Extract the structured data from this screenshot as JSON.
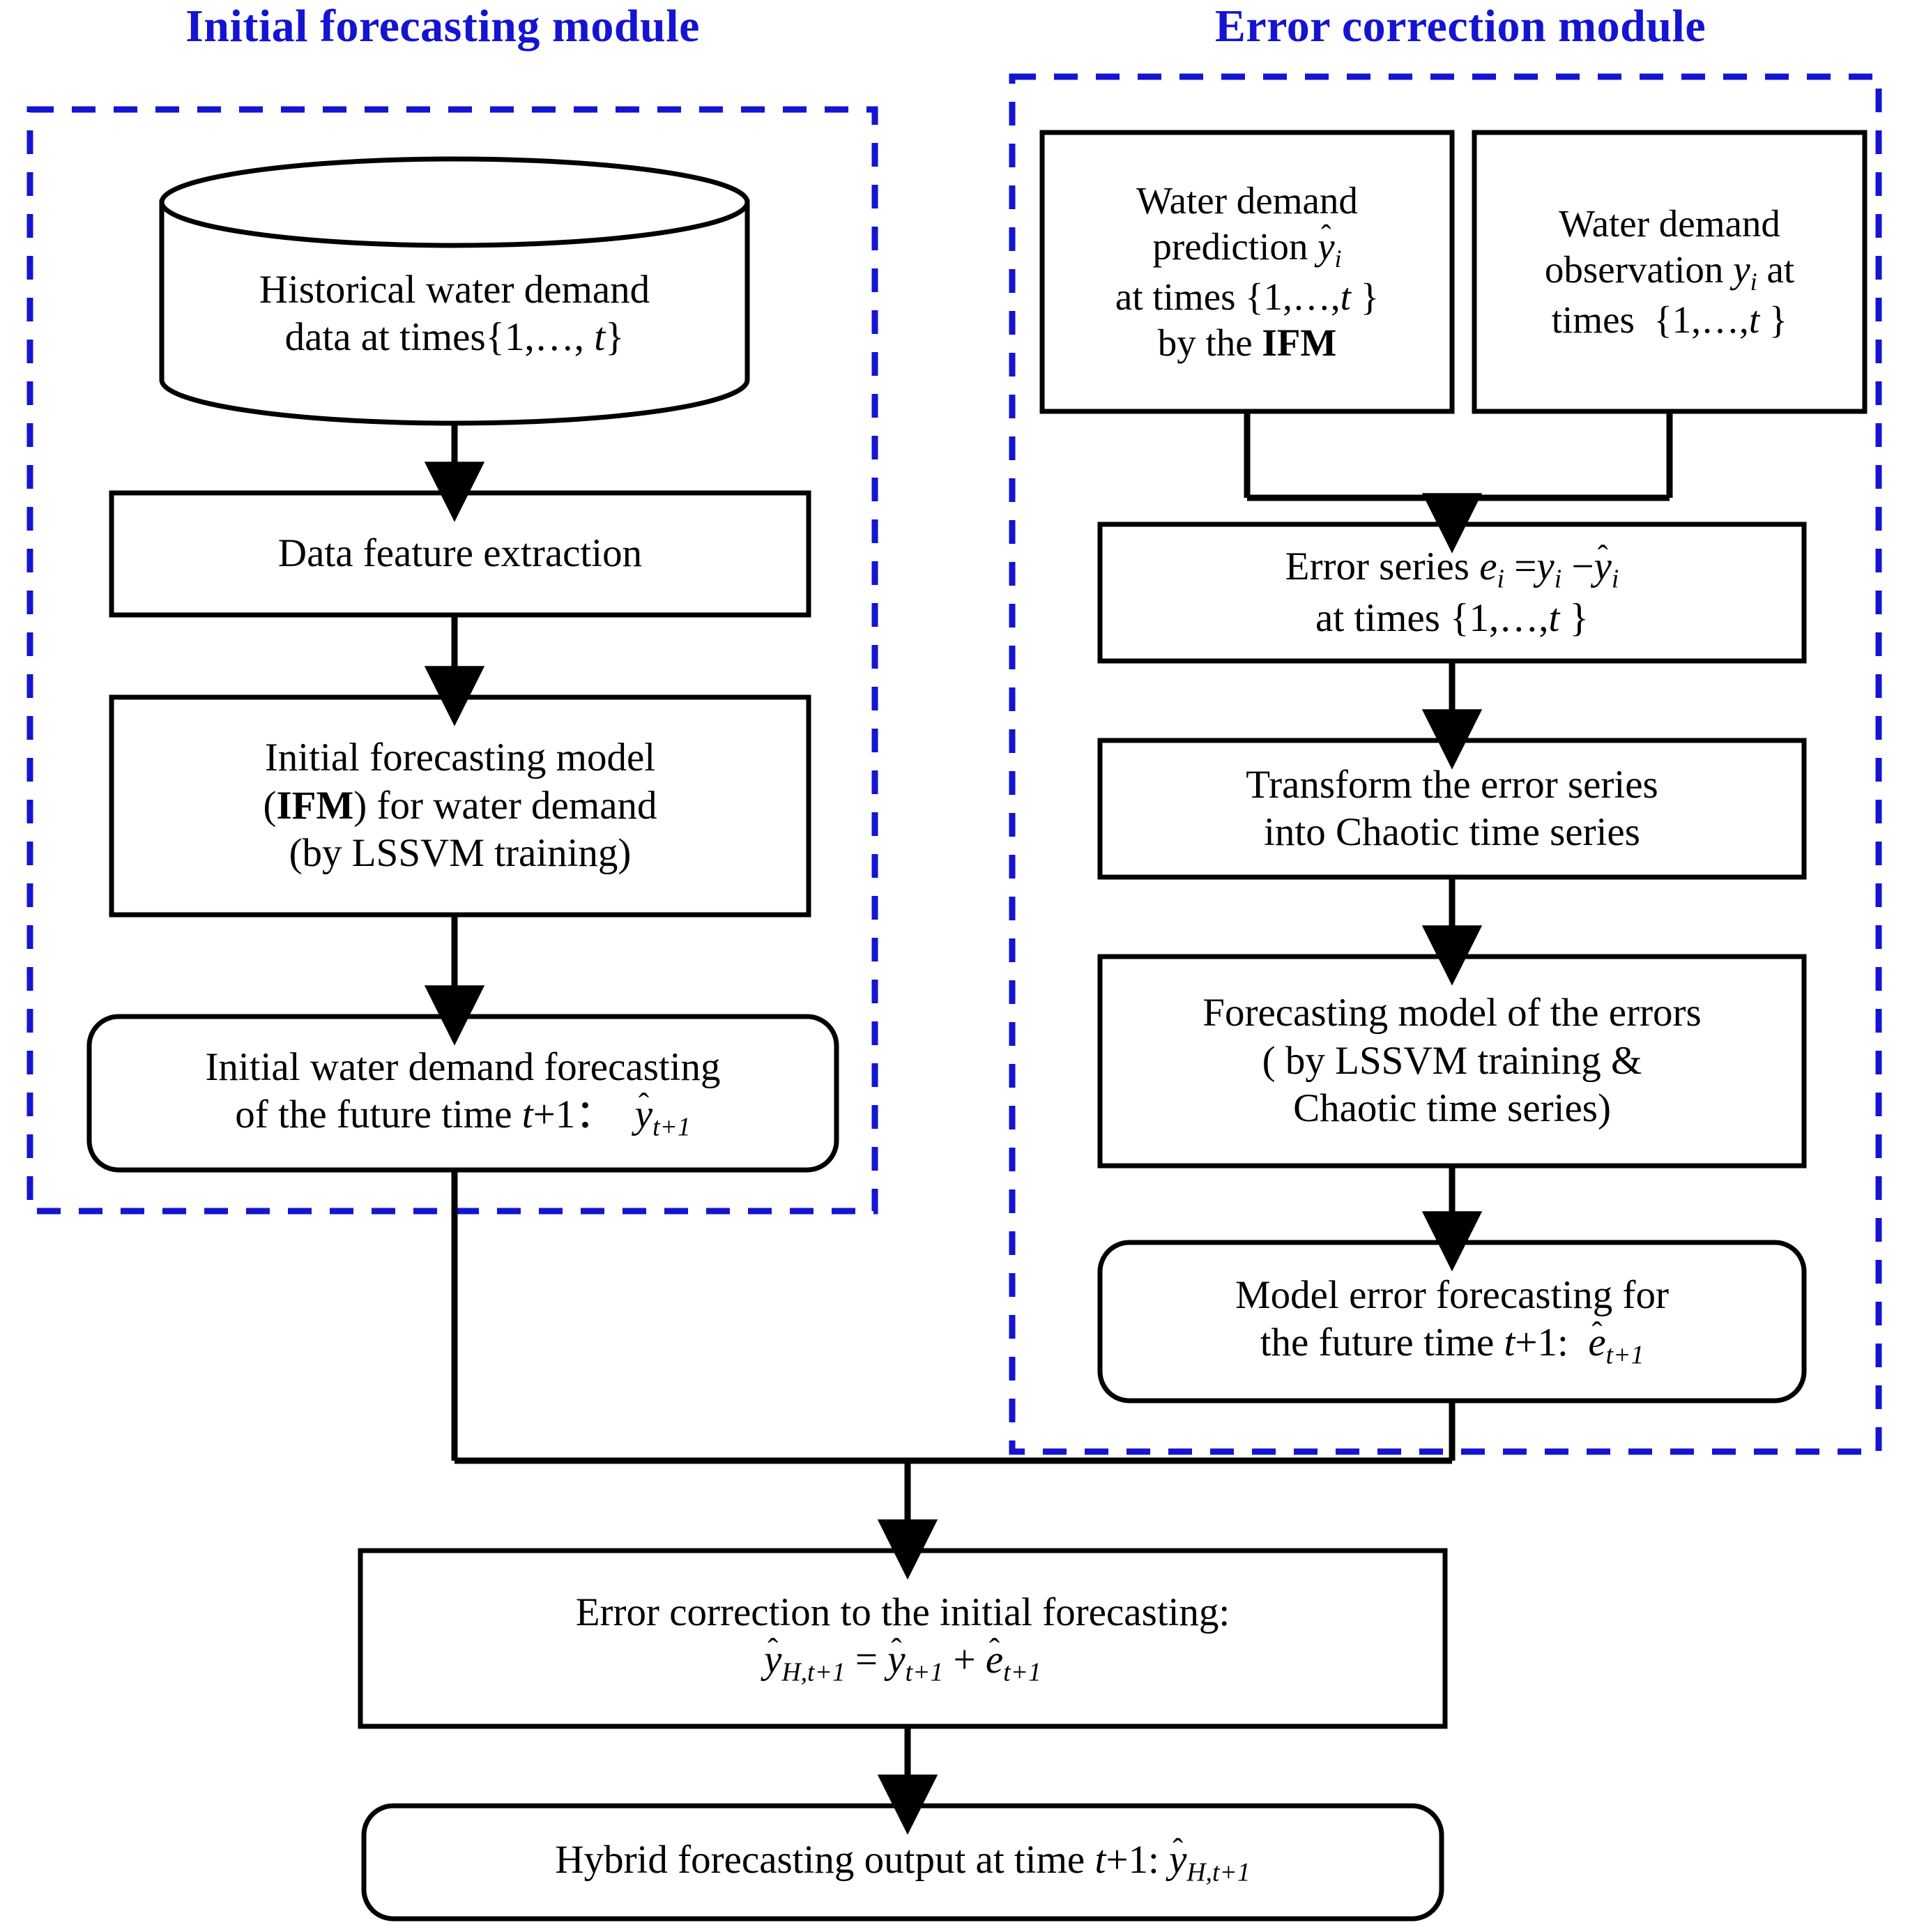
{
  "diagram": {
    "title": "Hybrid water demand forecasting flowchart",
    "colors": {
      "module_border": "#1414d2",
      "module_title": "#1414d2",
      "node_border": "#000000",
      "node_fill": "#ffffff",
      "connector": "#000000",
      "background": "#ffffff"
    },
    "modules": [
      {
        "id": "ifm",
        "label": "Initial forecasting module",
        "border_style": "dashed"
      },
      {
        "id": "ecm",
        "label": "Error correction module",
        "border_style": "dashed"
      }
    ],
    "nodes": [
      {
        "id": "historical-data",
        "shape": "cylinder",
        "lines": [
          "Historical water demand",
          "data at times{1,…, t}"
        ]
      },
      {
        "id": "data-feature-extraction",
        "shape": "rectangle",
        "lines": [
          "Data feature extraction"
        ]
      },
      {
        "id": "initial-forecasting-model",
        "shape": "rectangle",
        "lines": [
          "Initial forecasting model",
          "(IFM) for water demand",
          "(by LSSVM training)"
        ]
      },
      {
        "id": "initial-forecast-output",
        "shape": "rounded-rectangle",
        "lines": [
          "Initial water demand forecasting",
          "of the future time t+1:  ŷ t+1"
        ]
      },
      {
        "id": "water-demand-prediction",
        "shape": "rectangle",
        "lines": [
          "Water demand",
          "prediction ŷ i",
          "at times {1,…,t }",
          "by the IFM"
        ]
      },
      {
        "id": "water-demand-observation",
        "shape": "rectangle",
        "lines": [
          "Water demand",
          "observation y i at",
          "times  {1,…,t }"
        ]
      },
      {
        "id": "error-series",
        "shape": "rectangle",
        "lines": [
          "Error series e i =y i −ŷ i",
          "at times {1,…,t }"
        ]
      },
      {
        "id": "transform-chaotic",
        "shape": "rectangle",
        "lines": [
          "Transform the error series",
          "into Chaotic time series"
        ]
      },
      {
        "id": "error-forecasting-model",
        "shape": "rectangle",
        "lines": [
          "Forecasting model of the errors",
          "( by LSSVM training &",
          "Chaotic time series)"
        ]
      },
      {
        "id": "model-error-forecast",
        "shape": "rounded-rectangle",
        "lines": [
          "Model error forecasting for",
          "the future time t+1:  ê t+1"
        ]
      },
      {
        "id": "error-correction",
        "shape": "rectangle",
        "lines": [
          "Error correction to the initial forecasting:",
          "ŷ H,t+1 = ŷ t+1 + ê t+1"
        ]
      },
      {
        "id": "hybrid-output",
        "shape": "rounded-rectangle",
        "lines": [
          "Hybrid forecasting output at time t+1: ŷ H,t+1"
        ]
      }
    ],
    "edges": [
      {
        "from": "historical-data",
        "to": "data-feature-extraction",
        "arrow": true
      },
      {
        "from": "data-feature-extraction",
        "to": "initial-forecasting-model",
        "arrow": true
      },
      {
        "from": "initial-forecasting-model",
        "to": "initial-forecast-output",
        "arrow": true
      },
      {
        "from": "water-demand-prediction",
        "to": "error-series",
        "arrow": true
      },
      {
        "from": "water-demand-observation",
        "to": "error-series",
        "arrow": true
      },
      {
        "from": "error-series",
        "to": "transform-chaotic",
        "arrow": true
      },
      {
        "from": "transform-chaotic",
        "to": "error-forecasting-model",
        "arrow": true
      },
      {
        "from": "error-forecasting-model",
        "to": "model-error-forecast",
        "arrow": true
      },
      {
        "from": "initial-forecast-output",
        "to": "error-correction",
        "arrow": true
      },
      {
        "from": "model-error-forecast",
        "to": "error-correction",
        "arrow": true
      },
      {
        "from": "error-correction",
        "to": "hybrid-output",
        "arrow": true
      }
    ]
  }
}
